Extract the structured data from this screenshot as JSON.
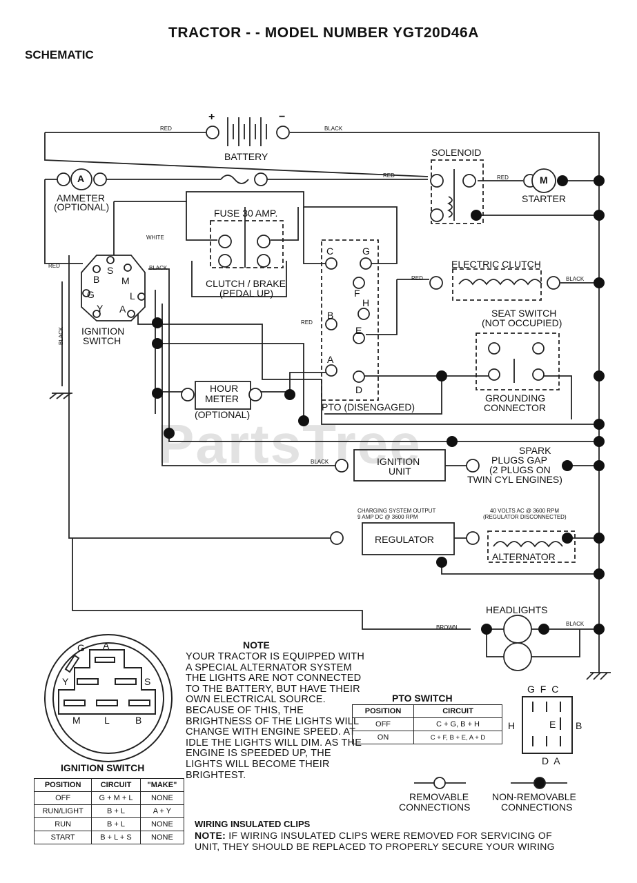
{
  "header": {
    "title": "TRACTOR - - MODEL NUMBER YGT20D46A",
    "subtitle": "SCHEMATIC"
  },
  "watermark": "PartsTree",
  "components": {
    "battery": "BATTERY",
    "battery_plus": "+",
    "battery_minus": "−",
    "solenoid": "SOLENOID",
    "ammeter_line1": "AMMETER",
    "ammeter_line2": "(OPTIONAL)",
    "ammeter_symbol": "A",
    "starter": "STARTER",
    "starter_symbol": "M",
    "fuse_line1": "FUSE 30 AMP.",
    "clutch_brake_line1": "CLUTCH / BRAKE",
    "clutch_brake_line2": "(PEDAL UP)",
    "electric_clutch": "ELECTRIC CLUTCH",
    "seat_switch_line1": "SEAT SWITCH",
    "seat_switch_line2": "(NOT OCCUPIED)",
    "grounding_line1": "GROUNDING",
    "grounding_line2": "CONNECTOR",
    "ignition_switch_line1": "IGNITION",
    "ignition_switch_line2": "SWITCH",
    "hour_meter_line1": "HOUR",
    "hour_meter_line2": "METER",
    "hour_meter_line3": "(OPTIONAL)",
    "pto": "PTO (DISENGAGED)",
    "ignition_unit_line1": "IGNITION",
    "ignition_unit_line2": "UNIT",
    "spark_line1": "SPARK",
    "spark_line2": "PLUGS GAP",
    "spark_line3": "(2 PLUGS ON",
    "spark_line4": "TWIN CYL ENGINES)",
    "regulator": "REGULATOR",
    "alternator": "ALTERNATOR",
    "charging_line1": "CHARGING SYSTEM OUTPUT",
    "charging_line2": "9 AMP DC @ 3600 RPM",
    "volts_line1": "40 VOLTS AC @ 3600 RPM",
    "volts_line2": "(REGULATOR DISCONNECTED)",
    "headlights": "HEADLIGHTS"
  },
  "wires": {
    "red": "RED",
    "black": "BLACK",
    "white": "WHITE",
    "brown": "BROWN"
  },
  "ign_terminals": [
    "S",
    "B",
    "M",
    "G",
    "L",
    "Y",
    "A"
  ],
  "pto_terminals": [
    "C",
    "G",
    "F",
    "H",
    "B",
    "E",
    "A",
    "D"
  ],
  "ign_face": {
    "labels": [
      "G",
      "A",
      "Y",
      "S",
      "M",
      "L",
      "B"
    ],
    "caption": "IGNITION SWITCH"
  },
  "ign_table": {
    "headers": [
      "POSITION",
      "CIRCUIT",
      "\"MAKE\""
    ],
    "rows": [
      [
        "OFF",
        "G + M + L",
        "NONE"
      ],
      [
        "RUN/LIGHT",
        "B + L",
        "A + Y"
      ],
      [
        "RUN",
        "B + L",
        "NONE"
      ],
      [
        "START",
        "B + L + S",
        "NONE"
      ]
    ]
  },
  "note": {
    "title": "NOTE",
    "text": "YOUR TRACTOR IS EQUIPPED WITH A SPECIAL ALTERNATOR SYSTEM THE LIGHTS ARE NOT CONNECTED TO THE BATTERY, BUT HAVE THEIR OWN ELECTRICAL SOURCE. BECAUSE OF THIS, THE BRIGHTNESS OF THE LIGHTS WILL CHANGE WITH ENGINE SPEED. AT IDLE THE LIGHTS WILL DIM. AS THE ENGINE IS SPEEDED UP, THE LIGHTS WILL BECOME THEIR BRIGHTEST."
  },
  "pto_table": {
    "title": "PTO SWITCH",
    "headers": [
      "POSITION",
      "CIRCUIT"
    ],
    "rows": [
      [
        "OFF",
        "C + G, B + H"
      ],
      [
        "ON",
        "C + F, B + E, A + D"
      ]
    ]
  },
  "pto_face": {
    "top": "G F C",
    "left": "H",
    "right": "B",
    "center": "E",
    "bottom": "D A"
  },
  "legend": {
    "removable_line1": "REMOVABLE",
    "removable_line2": "CONNECTIONS",
    "nonremovable_line1": "NON-REMOVABLE",
    "nonremovable_line2": "CONNECTIONS"
  },
  "footer": {
    "title": "WIRING INSULATED CLIPS",
    "note_label": "NOTE:",
    "line1": " IF WIRING INSULATED CLIPS WERE REMOVED FOR SERVICING OF",
    "line2": "UNIT, THEY SHOULD BE REPLACED TO PROPERLY SECURE YOUR WIRING"
  }
}
